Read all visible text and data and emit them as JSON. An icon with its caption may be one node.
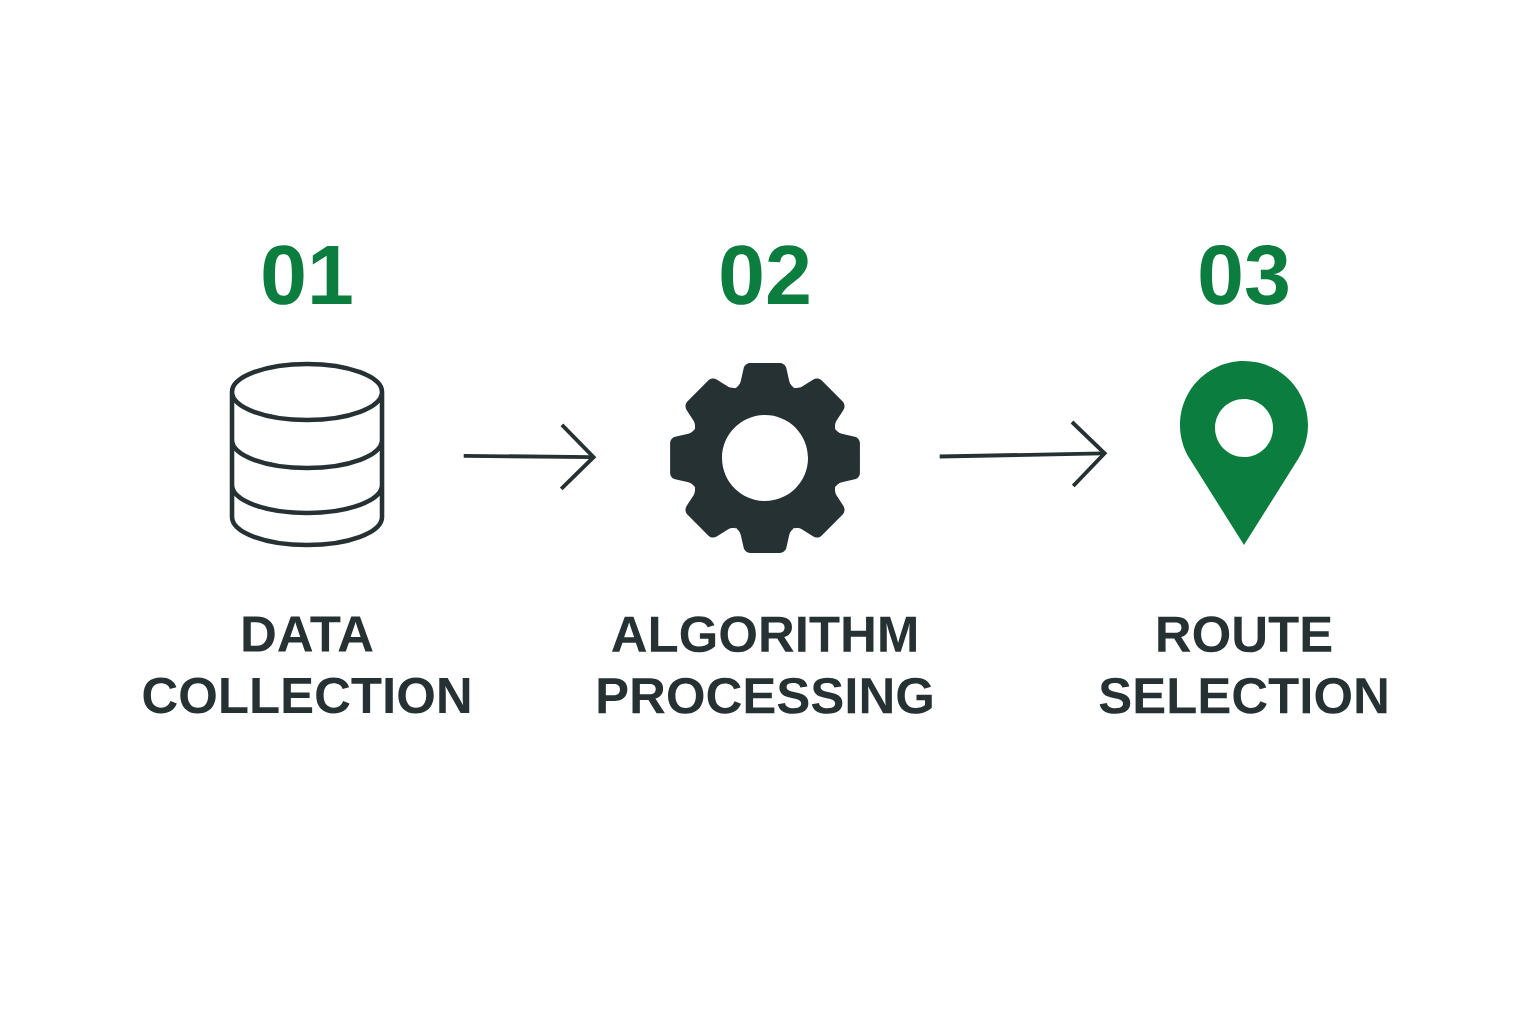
{
  "diagram": {
    "nodes": [
      {
        "text": [
          "01",
          "DATA COLLECTION"
        ]
      },
      {
        "text": [
          "02",
          "ALGORITHM PROCESSING"
        ]
      },
      {
        "text": [
          "03",
          "ROUTE SELECTION"
        ]
      }
    ],
    "edges": [
      {
        "from": 0,
        "to": 1,
        "arrow": "to"
      },
      {
        "from": 1,
        "to": 2,
        "arrow": "to"
      }
    ]
  }
}
